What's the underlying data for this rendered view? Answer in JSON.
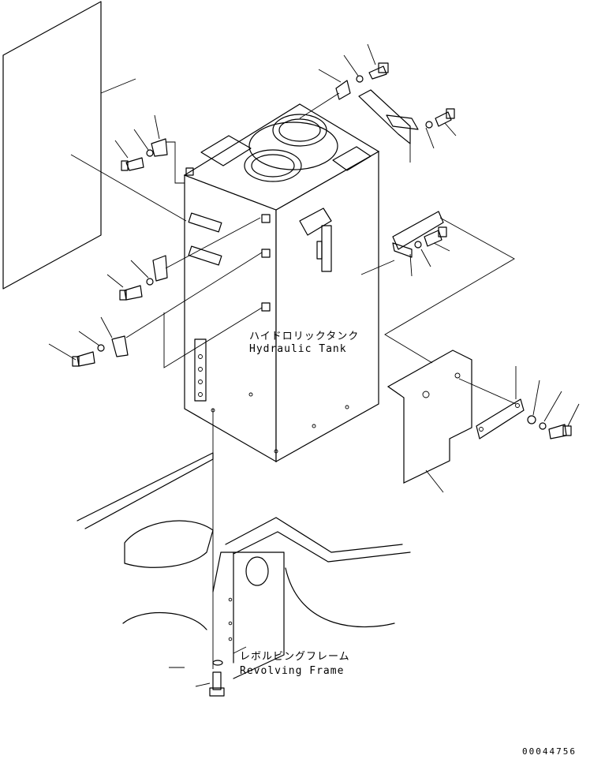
{
  "labels": {
    "tank_jp": "ハイドロリックタンク",
    "tank_en": "Hydraulic Tank",
    "frame_jp": "レボルビングフレーム",
    "frame_en": "Revolving Frame"
  },
  "doc_number": "00044756"
}
